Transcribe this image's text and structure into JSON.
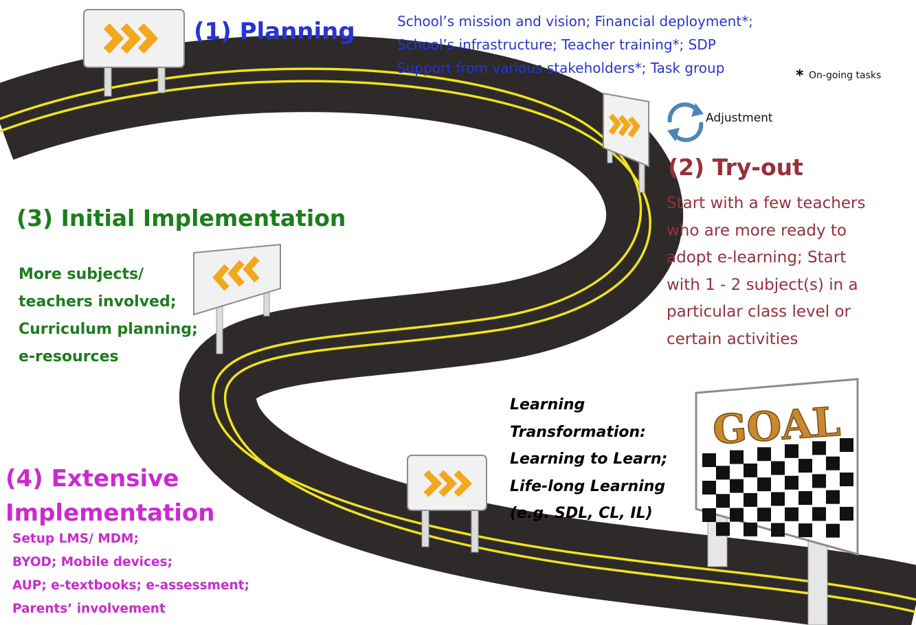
{
  "planning": {
    "title": "(1) Planning",
    "tasks": [
      "School’s mission and vision; Financial deployment*;",
      "School’s infrastructure; Teacher training*; SDP",
      "Support from various stakeholders*; Task group"
    ],
    "note_marker": "*",
    "note": "On-going tasks"
  },
  "adjustment": {
    "label": "Adjustment",
    "icon": "refresh-cycle-icon"
  },
  "tryout": {
    "title": "(2) Try-out",
    "lines": [
      "Start with a few teachers",
      "who are more ready to",
      "adopt e-learning; Start",
      "with 1 - 2 subject(s) in a",
      "particular class level or",
      "certain activities"
    ]
  },
  "initial": {
    "title": "(3) Initial Implementation",
    "lines": [
      "More subjects/",
      "teachers involved;",
      "Curriculum planning;",
      "e-resources"
    ]
  },
  "learning": {
    "lines": [
      "Learning",
      "Transformation:",
      "Learning to Learn;",
      "Life-long Learning",
      "(e.g. SDL, CL, IL)"
    ]
  },
  "extensive": {
    "title_lines": [
      "(4) Extensive",
      "Implementation"
    ],
    "lines": [
      "Setup LMS/ MDM;",
      "BYOD; Mobile devices;",
      "AUP; e-textbooks; e-assessment;",
      "Parents’ involvement"
    ]
  },
  "goal": {
    "text": "GOAL"
  },
  "colors": {
    "planning": "#2734d6",
    "tryout": "#9a2f3a",
    "initial": "#1d7d1d",
    "extensive": "#cc2acf",
    "road": "#2e2a2a",
    "road_line": "#f2e21c",
    "chevron": "#f2a81c"
  }
}
